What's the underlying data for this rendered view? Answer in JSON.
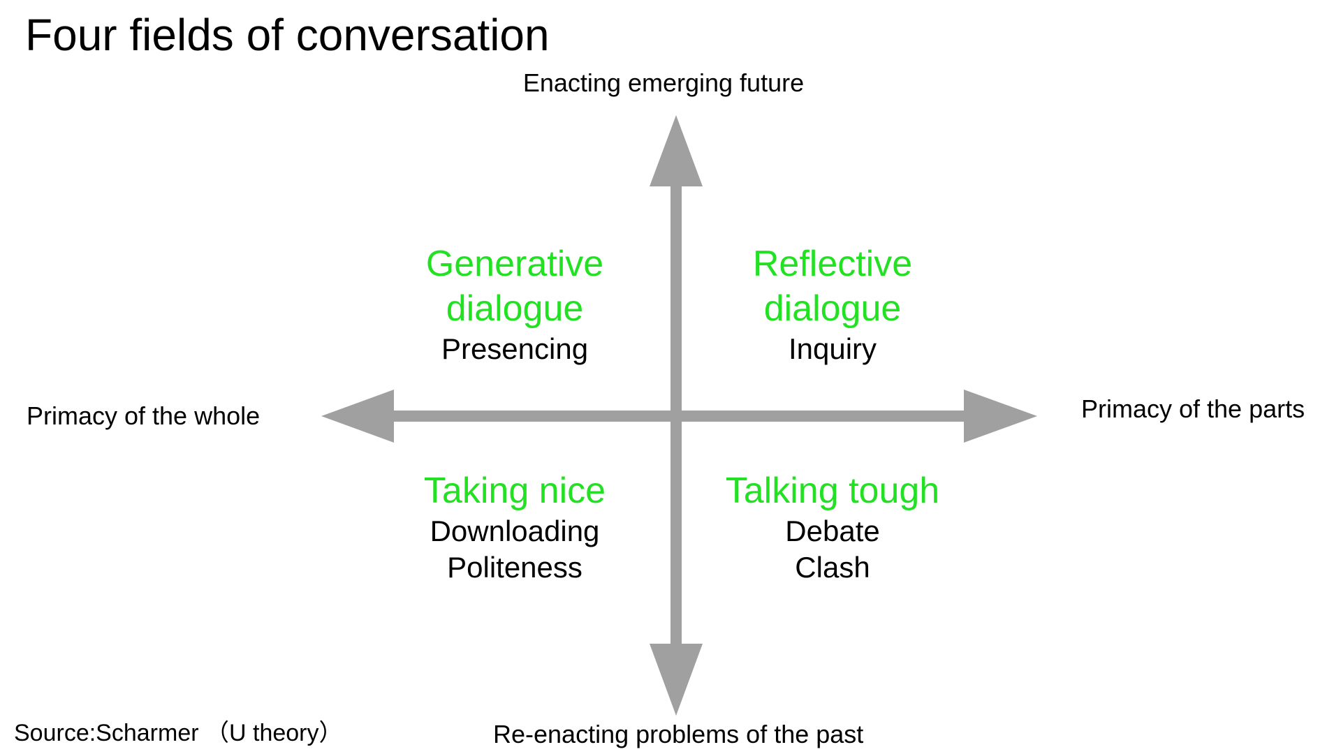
{
  "title": "Four fields of conversation",
  "axes": {
    "top": "Enacting emerging future",
    "bottom": "Re-enacting problems of the past",
    "left": "Primacy of the whole",
    "right": "Primacy of the parts",
    "color": "#a0a0a0"
  },
  "quadrants": {
    "top_left": {
      "title_line1": "Generative",
      "title_line2": "dialogue",
      "sub_line1": "Presencing",
      "sub_line2": ""
    },
    "top_right": {
      "title_line1": "Reflective",
      "title_line2": "dialogue",
      "sub_line1": "Inquiry",
      "sub_line2": ""
    },
    "bottom_left": {
      "title_line1": "Taking nice",
      "title_line2": "",
      "sub_line1": "Downloading",
      "sub_line2": "Politeness"
    },
    "bottom_right": {
      "title_line1": "Talking tough",
      "title_line2": "",
      "sub_line1": "Debate",
      "sub_line2": "Clash"
    }
  },
  "quadrant_title_color": "#22e022",
  "source": "Source:Scharmer （U theory）"
}
